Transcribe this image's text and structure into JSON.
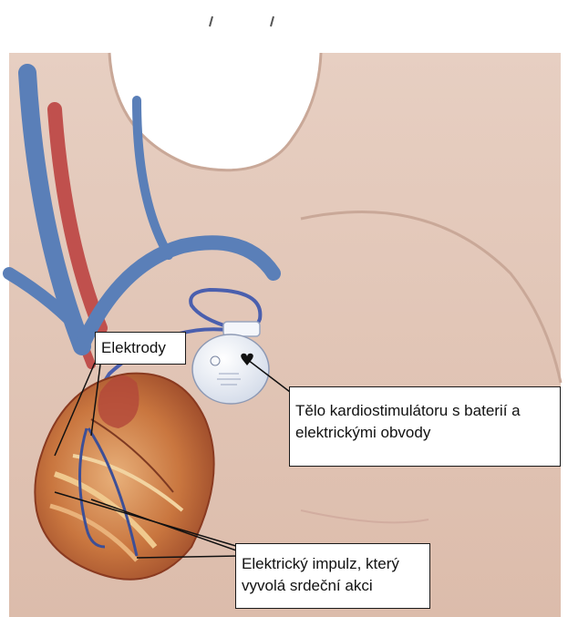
{
  "labels": {
    "elektrody": "Elektrody",
    "telo_line1": "Tělo kardiostimulátoru s baterií a",
    "telo_line2": "elektrickými obvody",
    "impulz_line1": "Elektrický impulz, který",
    "impulz_line2": "vyvolá srdeční akci"
  },
  "colors": {
    "skin": "#e9d2c4",
    "vein": "#5a7fb8",
    "artery": "#c0504d",
    "heart": "#c77a4a",
    "device": "#eef2f8"
  }
}
